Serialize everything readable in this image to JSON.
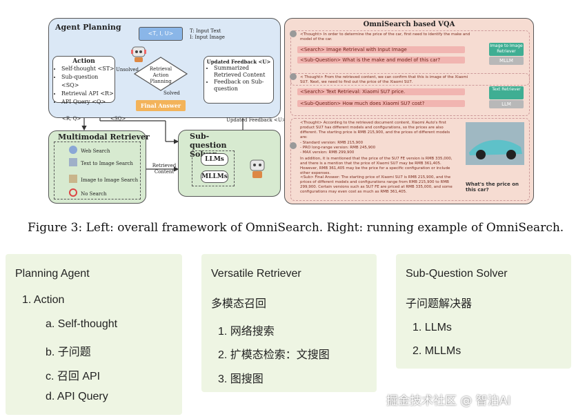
{
  "left_panel": {
    "agent_planning_title": "Agent Planning",
    "input_tuple": "<T, I, U>",
    "input_legend_1": "T: Input Text",
    "input_legend_2": "I: Input Image",
    "action_title": "Action",
    "action_items": [
      "Self-thought <ST>",
      "Sub-question <SQ>",
      "Retrieval API <R>",
      "API Query <Q>"
    ],
    "unsolved_label": "Unsolved",
    "decision_label": "Retrieval Action Planning",
    "solved_label": "Solved",
    "final_answer": "Final Answer",
    "updated_feedback_title": "Updated Feedback <U>",
    "feedback_items": [
      "Summarized Retrieved Content",
      "Feedback on Sub-question"
    ],
    "rq_label": "<R, Q>",
    "sq_label": "<SQ>",
    "updated_feedback_label": "Updated Feedback <U>",
    "retriever_title": "Multimodal Retriever",
    "retriever_items": [
      "Web Search",
      "Text to Image Search",
      "Image to Image Search",
      "No Search"
    ],
    "retrieved_content_label": "Retrieved Content",
    "solver_title": "Sub-question Solver",
    "solver_items": [
      "LLMs",
      "MLLMs"
    ]
  },
  "right_panel": {
    "title": "OmniSearch based VQA",
    "block1": {
      "thought": "<Thought> In order to determine the price of the car, first need to identify the make and model of the car.",
      "search": "<Search> Image Retrieval with Input Image",
      "subq": "<Sub-Question> What is the make and model of this car?",
      "tag_green": "Image to Image Retriever",
      "tag_gray": "MLLM"
    },
    "block2": {
      "thought": "< Thought> From the retrieved content, we can confirm that this is image of the Xiaomi SU7. Next, we need to find out the price of the Xiaomi SU7.",
      "search": "<Search> Text Retrieval: Xiaomi SU7 price.",
      "subq": "<Sub-Question> How much does Xiaomi SU7 cost?",
      "tag_green": "Text Retriever",
      "tag_gray": "LLM"
    },
    "block3": {
      "thought": "<Thought> According to the retrieved document content, Xiaomi Auto's first product SU7 has different models and configurations, so the prices are also different. The starting price is RMB 215,900, and the prices of different models are:",
      "prices": [
        "- Standard version: RMB 215,900",
        "- PRO long-range version: RMB 245,900",
        "- MAX version: RMB 299,900"
      ],
      "addition": "In addition, it is mentioned that the price of the SU7 FE version is RMB 335,000, and there is a mention that the price of Xiaomi SU7 may be RMB 361,405. However, RMB 361,405 may be the price for a specific configuration or include other expenses.",
      "final": "<Sub> Final Answer: The starting price of Xiaomi SU7 is RMB 215,900, and the prices of different models and configurations range from RMB 215,900 to RMB 299,900. Certain versions such as SU7 FE are priced at RMB 335,000, and some configurations may even cost as much as RMB 361,405.",
      "question": "What's the price on this car?"
    }
  },
  "caption": "Figure 3: Left: overall framework of OmniSearch. Right: running example of OmniSearch.",
  "cards": [
    {
      "title": "Planning Agent",
      "heading": "1. Action",
      "items": [
        "a. Self-thought",
        "b. 子问题",
        "c. 召回 API",
        "d. API Query"
      ]
    },
    {
      "title": "Versatile Retriever",
      "heading": "多模态召回",
      "items": [
        "1. 网络搜索",
        "2. 扩模态检索：文搜图",
        "3. 图搜图"
      ]
    },
    {
      "title": "Sub-Question Solver",
      "heading": "子问题解决器",
      "items": [
        "1. LLMs",
        "2. MLLMs"
      ]
    }
  ],
  "watermark": "掘金技术社区 @ 智泊AI",
  "colors": {
    "agent_bg": "#dbe8f6",
    "module_bg": "#d7ead0",
    "vqa_bg": "#f6dcd2",
    "card_bg": "#eef5e3",
    "final_answer_bg": "#f3b35a",
    "tuple_bg": "#8ab6e8",
    "retriever_tag": "#3fae93"
  }
}
